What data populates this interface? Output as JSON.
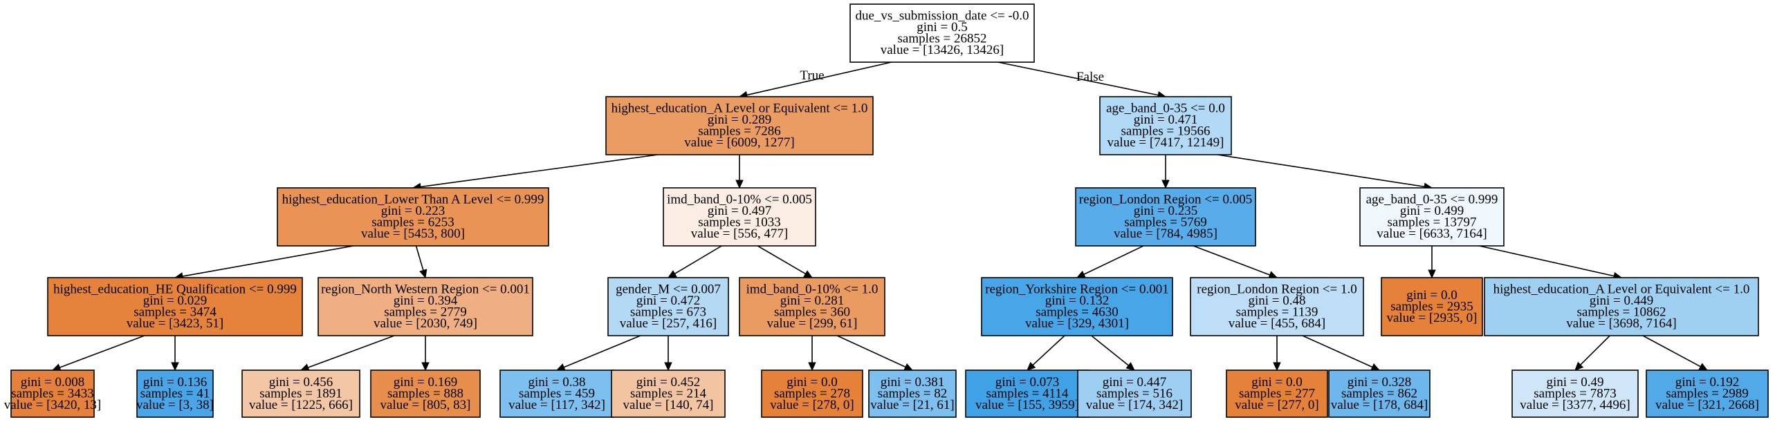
{
  "tree": {
    "colors": {
      "class_0": "#e58139",
      "class_1": "#399de5",
      "border": "#000000"
    },
    "nodes": [
      {
        "id": "n0",
        "lines": [
          "due_vs_submission_date <= -0.0",
          "gini = 0.5",
          "samples = 26852",
          "value = [13426, 13426]"
        ],
        "fill": "#ffffff"
      },
      {
        "id": "n1",
        "lines": [
          "highest_education_A Level or Equivalent <= 1.0",
          "gini = 0.289",
          "samples = 7286",
          "value = [6009, 1277]"
        ],
        "fill": "#eb9c63"
      },
      {
        "id": "n2",
        "lines": [
          "highest_education_Lower Than A Level <= 0.999",
          "gini = 0.223",
          "samples = 6253",
          "value = [5453, 800]"
        ],
        "fill": "#e99456"
      },
      {
        "id": "n3",
        "lines": [
          "highest_education_HE Qualification <= 0.999",
          "gini = 0.029",
          "samples = 3474",
          "value = [3423, 51]"
        ],
        "fill": "#e5833c"
      },
      {
        "id": "n4",
        "lines": [
          "gini = 0.008",
          "samples = 3433",
          "value = [3420, 13]"
        ],
        "fill": "#e5813a"
      },
      {
        "id": "n5",
        "lines": [
          "gini = 0.136",
          "samples = 41",
          "value = [3, 38]"
        ],
        "fill": "#49a5e7"
      },
      {
        "id": "n6",
        "lines": [
          "region_North Western Region <= 0.001",
          "gini = 0.394",
          "samples = 2779",
          "value = [2030, 749]"
        ],
        "fill": "#efaf82"
      },
      {
        "id": "n7",
        "lines": [
          "gini = 0.456",
          "samples = 1891",
          "value = [1225, 666]"
        ],
        "fill": "#f3c6a5"
      },
      {
        "id": "n8",
        "lines": [
          "gini = 0.169",
          "samples = 888",
          "value = [805, 83]"
        ],
        "fill": "#e88e4d"
      },
      {
        "id": "n9",
        "lines": [
          "imd_band_0-10% <= 0.005",
          "gini = 0.497",
          "samples = 1033",
          "value = [556, 477]"
        ],
        "fill": "#fbede3"
      },
      {
        "id": "n10",
        "lines": [
          "gender_M <= 0.007",
          "gini = 0.472",
          "samples = 673",
          "value = [257, 416]"
        ],
        "fill": "#b3d9f5"
      },
      {
        "id": "n11",
        "lines": [
          "gini = 0.38",
          "samples = 459",
          "value = [117, 342]"
        ],
        "fill": "#7dbfee"
      },
      {
        "id": "n12",
        "lines": [
          "gini = 0.452",
          "samples = 214",
          "value = [140, 74]"
        ],
        "fill": "#f3c4a2"
      },
      {
        "id": "n13",
        "lines": [
          "imd_band_0-10% <= 1.0",
          "gini = 0.281",
          "samples = 360",
          "value = [299, 61]"
        ],
        "fill": "#ea9b61"
      },
      {
        "id": "n14",
        "lines": [
          "gini = 0.0",
          "samples = 278",
          "value = [278, 0]"
        ],
        "fill": "#e58139"
      },
      {
        "id": "n15",
        "lines": [
          "gini = 0.381",
          "samples = 82",
          "value = [21, 61]"
        ],
        "fill": "#7dbfee"
      },
      {
        "id": "n16",
        "lines": [
          "age_band_0-35 <= 0.0",
          "gini = 0.471",
          "samples = 19566",
          "value = [7417, 12149]"
        ],
        "fill": "#b2d9f5"
      },
      {
        "id": "n17",
        "lines": [
          "region_London Region <= 0.005",
          "gini = 0.235",
          "samples = 5769",
          "value = [784, 4985]"
        ],
        "fill": "#58ace9"
      },
      {
        "id": "n18",
        "lines": [
          "region_Yorkshire Region <= 0.001",
          "gini = 0.132",
          "samples = 4630",
          "value = [329, 4301]"
        ],
        "fill": "#48a5e7"
      },
      {
        "id": "n19",
        "lines": [
          "gini = 0.073",
          "samples = 4114",
          "value = [155, 3959]"
        ],
        "fill": "#41a1e6"
      },
      {
        "id": "n20",
        "lines": [
          "gini = 0.447",
          "samples = 516",
          "value = [174, 342]"
        ],
        "fill": "#9ecff2"
      },
      {
        "id": "n21",
        "lines": [
          "region_London Region <= 1.0",
          "gini = 0.48",
          "samples = 1139",
          "value = [455, 684]"
        ],
        "fill": "#bddef6"
      },
      {
        "id": "n22",
        "lines": [
          "gini = 0.0",
          "samples = 277",
          "value = [277, 0]"
        ],
        "fill": "#e58139"
      },
      {
        "id": "n23",
        "lines": [
          "gini = 0.328",
          "samples = 862",
          "value = [178, 684]"
        ],
        "fill": "#6db7ec"
      },
      {
        "id": "n24",
        "lines": [
          "age_band_0-35 <= 0.999",
          "gini = 0.499",
          "samples = 13797",
          "value = [6633, 7164]"
        ],
        "fill": "#f0f7fd"
      },
      {
        "id": "n25",
        "lines": [
          "gini = 0.0",
          "samples = 2935",
          "value = [2935, 0]"
        ],
        "fill": "#e58139"
      },
      {
        "id": "n26",
        "lines": [
          "highest_education_A Level or Equivalent <= 1.0",
          "gini = 0.449",
          "samples = 10862",
          "value = [3698, 7164]"
        ],
        "fill": "#9fd0f2"
      },
      {
        "id": "n27",
        "lines": [
          "gini = 0.49",
          "samples = 7873",
          "value = [3377, 4496]"
        ],
        "fill": "#cee6f8"
      },
      {
        "id": "n28",
        "lines": [
          "gini = 0.192",
          "samples = 2989",
          "value = [321, 2668]"
        ],
        "fill": "#51a9e8"
      }
    ],
    "edges": [
      {
        "from": "n0",
        "to": "n1",
        "label": "True"
      },
      {
        "from": "n0",
        "to": "n16",
        "label": "False"
      },
      {
        "from": "n1",
        "to": "n2",
        "label": ""
      },
      {
        "from": "n1",
        "to": "n9",
        "label": ""
      },
      {
        "from": "n2",
        "to": "n3",
        "label": ""
      },
      {
        "from": "n2",
        "to": "n6",
        "label": ""
      },
      {
        "from": "n3",
        "to": "n4",
        "label": ""
      },
      {
        "from": "n3",
        "to": "n5",
        "label": ""
      },
      {
        "from": "n6",
        "to": "n7",
        "label": ""
      },
      {
        "from": "n6",
        "to": "n8",
        "label": ""
      },
      {
        "from": "n9",
        "to": "n10",
        "label": ""
      },
      {
        "from": "n9",
        "to": "n13",
        "label": ""
      },
      {
        "from": "n10",
        "to": "n11",
        "label": ""
      },
      {
        "from": "n10",
        "to": "n12",
        "label": ""
      },
      {
        "from": "n13",
        "to": "n14",
        "label": ""
      },
      {
        "from": "n13",
        "to": "n15",
        "label": ""
      },
      {
        "from": "n16",
        "to": "n17",
        "label": ""
      },
      {
        "from": "n16",
        "to": "n24",
        "label": ""
      },
      {
        "from": "n17",
        "to": "n18",
        "label": ""
      },
      {
        "from": "n17",
        "to": "n21",
        "label": ""
      },
      {
        "from": "n18",
        "to": "n19",
        "label": ""
      },
      {
        "from": "n18",
        "to": "n20",
        "label": ""
      },
      {
        "from": "n21",
        "to": "n22",
        "label": ""
      },
      {
        "from": "n21",
        "to": "n23",
        "label": ""
      },
      {
        "from": "n24",
        "to": "n25",
        "label": ""
      },
      {
        "from": "n24",
        "to": "n26",
        "label": ""
      },
      {
        "from": "n26",
        "to": "n27",
        "label": ""
      },
      {
        "from": "n26",
        "to": "n28",
        "label": ""
      }
    ]
  }
}
